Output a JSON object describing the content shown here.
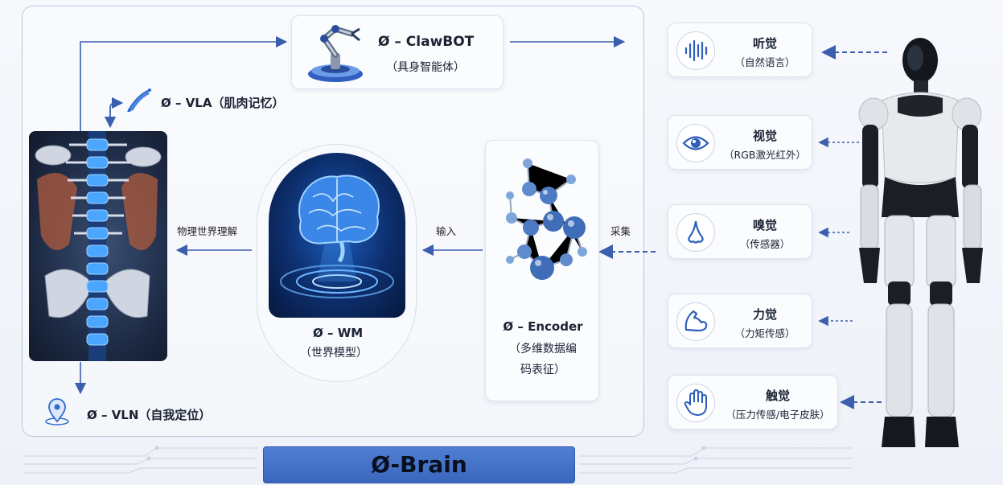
{
  "clawbot": {
    "title": "Ø – ClawBOT",
    "subtitle": "（具身智能体）"
  },
  "vla": {
    "label": "Ø – VLA（肌肉记忆）"
  },
  "vln": {
    "label": "Ø – VLN（自我定位）"
  },
  "wm": {
    "title": "Ø – WM",
    "subtitle": "（世界模型）"
  },
  "encoder": {
    "title": "Ø – Encoder",
    "line2": "（多维数据编",
    "line3": "码表征）"
  },
  "arrows": {
    "physical": "物理世界理解",
    "input": "输入",
    "collect": "采集"
  },
  "senses": [
    {
      "title": "听觉",
      "sub": "（自然语言）",
      "icon": "sound-wave-icon"
    },
    {
      "title": "视觉",
      "sub": "（RGB激光红外）",
      "icon": "eye-icon"
    },
    {
      "title": "嗅觉",
      "sub": "（传感器）",
      "icon": "nose-icon"
    },
    {
      "title": "力觉",
      "sub": "（力矩传感）",
      "icon": "flexed-arm-icon"
    },
    {
      "title": "触觉",
      "sub": "（压力传感/电子皮肤）",
      "icon": "hand-icon"
    }
  ],
  "brain": {
    "label": "Ø-Brain"
  },
  "colors": {
    "arrow": "#3b5fae",
    "brain_bar": "#4472c4",
    "frame": "#b9c6dc"
  }
}
